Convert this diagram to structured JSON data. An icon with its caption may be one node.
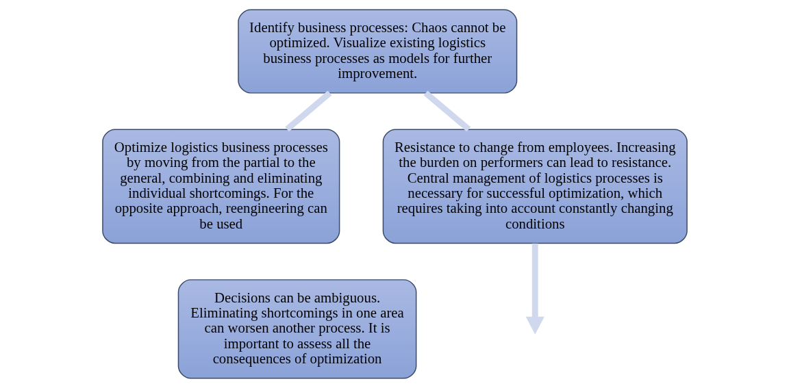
{
  "diagram": {
    "nodes": [
      {
        "text": [
          "Identify business processes: Chaos cannot be optimized. Visualize existing logistics business processes as models for further improvement."
        ]
      },
      {
        "text": [
          "Resistance to change from employees. Increasing the burden on performers can lead to resistance. Central management of logistics processes is necessary for successful optimization, which requires taking into account constantly changing conditions"
        ]
      },
      {
        "text": [
          "Optimize logistics business processes by moving from the partial to the general, combining and eliminating individual shortcomings. For the opposite approach, reengineering can be used"
        ]
      },
      {
        "text": [
          "Decisions can be ambiguous. Eliminating shortcomings in one area can worsen another process. It is important to assess all the consequences of optimization"
        ]
      }
    ],
    "edges": [
      {
        "from": 2,
        "to": 0,
        "arrow": "none"
      },
      {
        "from": 0,
        "to": 1,
        "arrow": "none"
      },
      {
        "from": 1,
        "to": null,
        "arrow": "to"
      }
    ]
  }
}
